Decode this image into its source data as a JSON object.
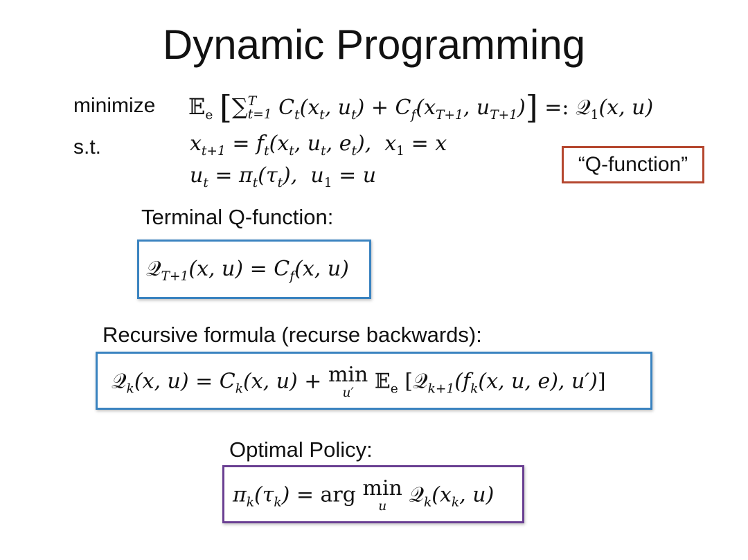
{
  "title": "Dynamic Programming",
  "problem": {
    "minimize_label": "minimize",
    "st_label": "s.t.",
    "objective_expectation": "𝔼",
    "objective_expectation_sub": "e",
    "objective_sum_sup": "T",
    "objective_sum_sub": "t=1",
    "objective_body": "C_t(x_t, u_t) + C_f(x_{T+1}, u_{T+1})",
    "objective_definition": "=: 𝒬₁(x, u)",
    "constraint_1": "x_{t+1} = f_t(x_t, u_t, e_t), x_1 = x",
    "constraint_2": "u_t = π_t(τ_t), u_1 = u"
  },
  "q_function_tag": "“Q-function”",
  "terminal": {
    "heading": "Terminal Q-function:",
    "formula": "𝒬_{T+1}(x, u) = C_f(x, u)"
  },
  "recursive": {
    "heading": "Recursive formula (recurse backwards):",
    "formula": "𝒬_k(x, u) = C_k(x, u) + min_{u'} 𝔼_e [𝒬_{k+1}(f_k(x, u, e), u')]"
  },
  "policy": {
    "heading": "Optimal Policy:",
    "formula": "π_k(τ_k) = arg min_u 𝒬_k(x_k, u)"
  },
  "colors": {
    "q_function_border": "#b5472f",
    "terminal_border": "#3a83c0",
    "recursive_border": "#3a83c0",
    "policy_border": "#6a3f92"
  }
}
